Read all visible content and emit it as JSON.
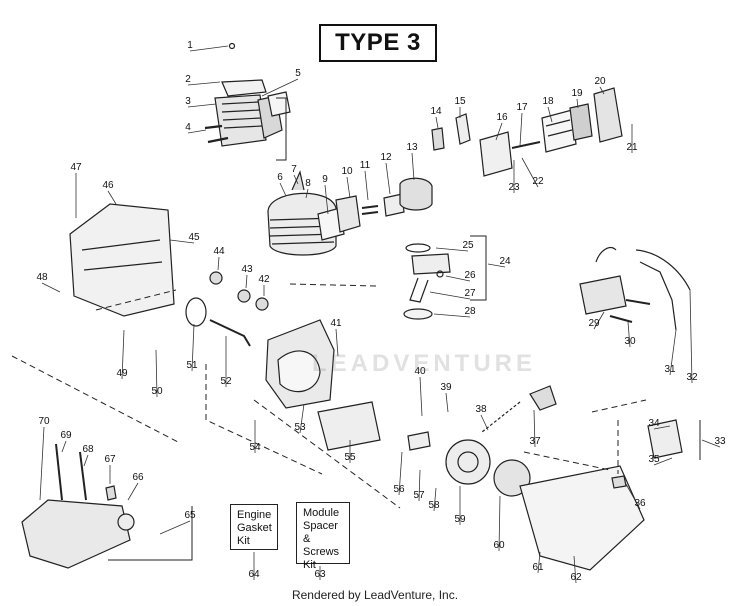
{
  "header": {
    "type_label": "TYPE 3"
  },
  "kits": {
    "engine_gasket": {
      "label": "Engine\nGasket\nKit",
      "number": "64"
    },
    "module_spacer": {
      "label": "Module\nSpacer &\nScrews\nKit",
      "number": "63"
    }
  },
  "watermark": {
    "text": "LEADVENTURE"
  },
  "footer": {
    "text": "Rendered by LeadVenture, Inc."
  },
  "part_numbers": [
    "1",
    "2",
    "3",
    "4",
    "5",
    "6",
    "7",
    "8",
    "9",
    "10",
    "11",
    "12",
    "13",
    "14",
    "15",
    "16",
    "17",
    "18",
    "19",
    "20",
    "21",
    "22",
    "23",
    "24",
    "25",
    "26",
    "27",
    "28",
    "29",
    "30",
    "31",
    "32",
    "33",
    "34",
    "35",
    "36",
    "37",
    "38",
    "39",
    "40",
    "41",
    "42",
    "43",
    "44",
    "45",
    "46",
    "47",
    "48",
    "49",
    "50",
    "51",
    "52",
    "53",
    "54",
    "55",
    "56",
    "57",
    "58",
    "59",
    "60",
    "61",
    "62",
    "65",
    "66",
    "67",
    "68",
    "69",
    "70"
  ]
}
